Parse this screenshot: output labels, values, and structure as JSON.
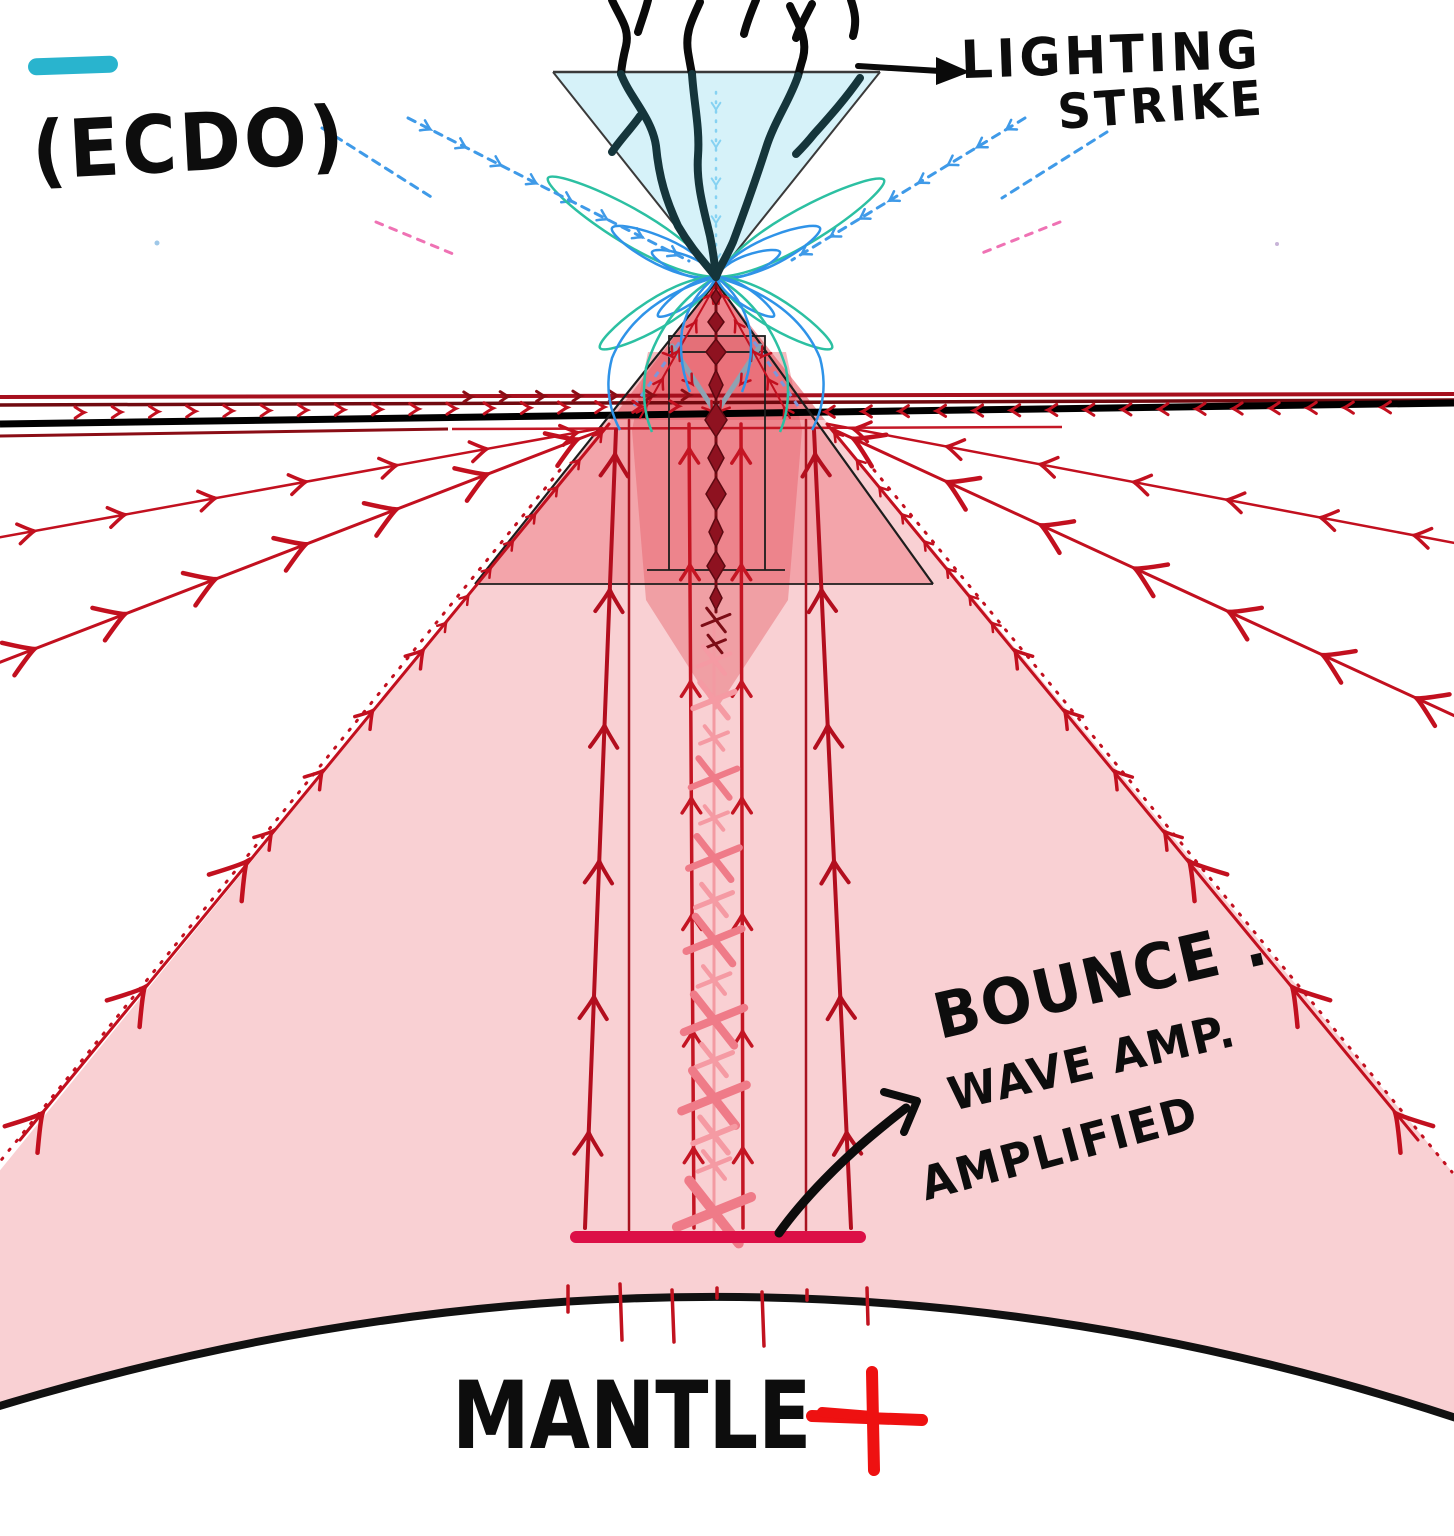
{
  "figure": {
    "title": "(ECDO)",
    "labels": {
      "lightning_line1": "LIGHTING",
      "lightning_line2": "STRIKE",
      "bounce_line1": "BOUNCE .",
      "bounce_line2": "WAVE AMP.",
      "bounce_line3": "AMPLIFIED",
      "mantle": "MANTLE",
      "mantle_charge": "+"
    },
    "colors": {
      "legend_teal": "#29b4ce",
      "cloud_fill": "#d6f2f9",
      "field_line_blue": "#2f93e8",
      "field_line_teal": "#2cc0a2",
      "dashed_ray_blue": "#3f9ae8",
      "dashed_ray_pink": "#ef72b4",
      "wave_red": "#c2101f",
      "cone_pink": "#f9d0d3",
      "bar_crimson": "#dc0f47",
      "salmon_x": "#f59aa3",
      "plus_red": "#ee1111",
      "ink_black": "#0d0d0d"
    }
  }
}
